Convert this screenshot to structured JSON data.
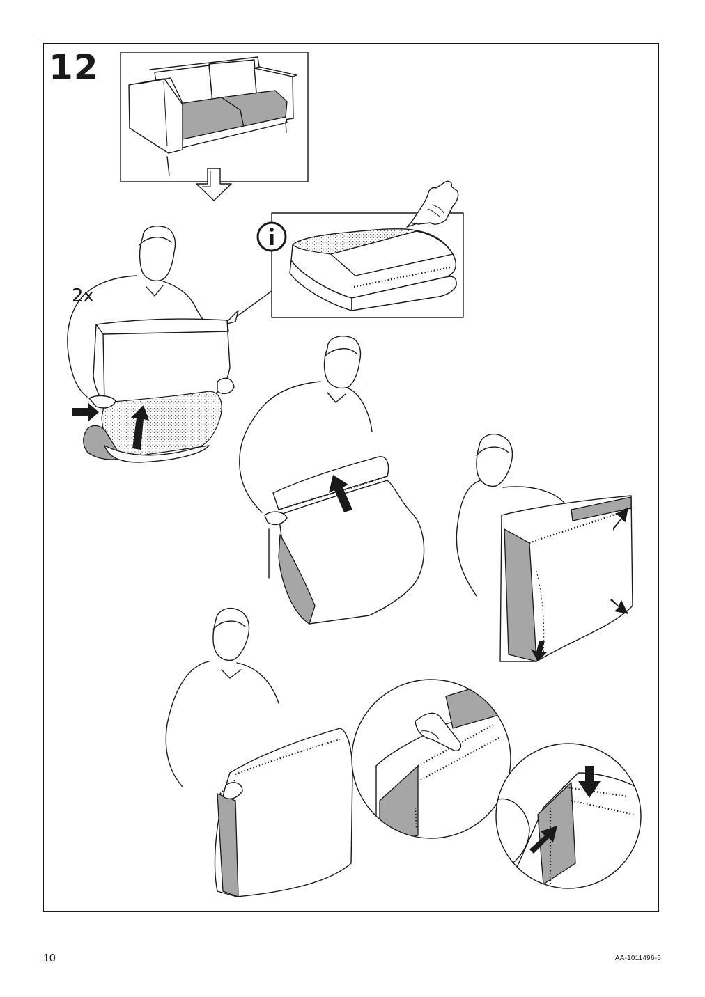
{
  "step": {
    "number": "12",
    "quantity": "2x"
  },
  "footer": {
    "page_number": "10",
    "document_code": "AA-1011496-5"
  },
  "icons": [
    "info-icon",
    "hand-touch-icon",
    "down-arrow-icon"
  ],
  "colors": {
    "line": "#1a1a1a",
    "fabric_grey": "#a6a6a6",
    "paper": "#ffffff"
  }
}
